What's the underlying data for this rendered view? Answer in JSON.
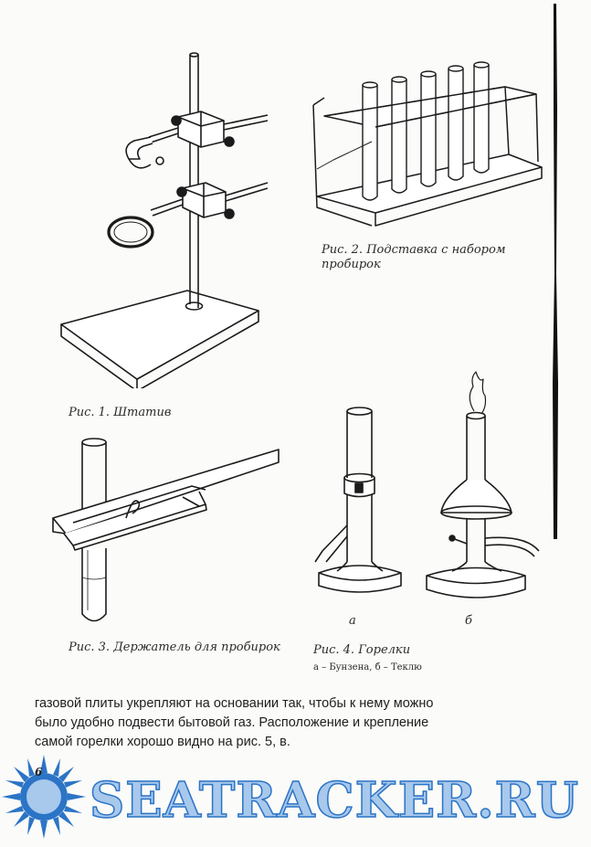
{
  "figures": {
    "fig1": {
      "caption": "Рис. 1. Штатив"
    },
    "fig2": {
      "caption": "Рис. 2. Подставка с набором пробирок"
    },
    "fig3": {
      "caption": "Рис. 3. Держатель для пробирок"
    },
    "fig4": {
      "caption": "Рис. 4. Горелки",
      "subcaption": "а – Бунзена, б – Теклю",
      "label_a": "а",
      "label_b": "б"
    }
  },
  "body": {
    "lines": [
      "газовой плиты укрепляют на основании так, чтобы к нему можно",
      "было удобно подвести бытовой газ. Расположение и крепление",
      "самой горелки хорошо видно на рис. 5, в."
    ]
  },
  "page_number": "6",
  "watermark": {
    "text": "SEATRACKER.RU"
  }
}
